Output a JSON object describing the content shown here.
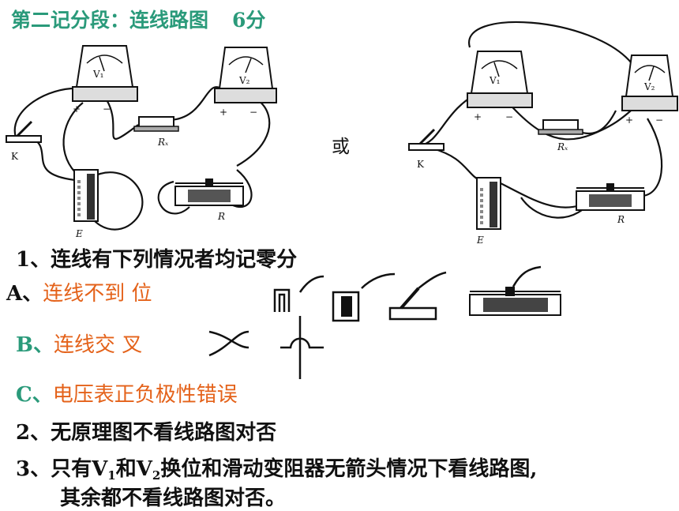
{
  "title": "第二记分段：连线路图",
  "score": "6分",
  "or_label": "或",
  "diagram_labels": {
    "v1": "V₁",
    "v2": "V₂",
    "rx": "Rₓ",
    "r": "R",
    "k": "K",
    "e": "E",
    "plus": "+",
    "minus": "−"
  },
  "rules": {
    "r1": "1、连线有下列情况者均记零分",
    "a_prefix": "A、",
    "a_text": "连线不到 位",
    "b_prefix": "B、",
    "b_text": "连线交 叉",
    "c_prefix": "C、",
    "c_text": "电压表正负极性错误",
    "r2": "2、无原理图不看线路图对否",
    "r3_a": "3、只有V",
    "r3_sub1": "1",
    "r3_b": "和V",
    "r3_sub2": "2",
    "r3_c": "换位和滑动变阻器无箭头情况下看线路图,",
    "r3_d": "其余都不看线路图对否。"
  }
}
